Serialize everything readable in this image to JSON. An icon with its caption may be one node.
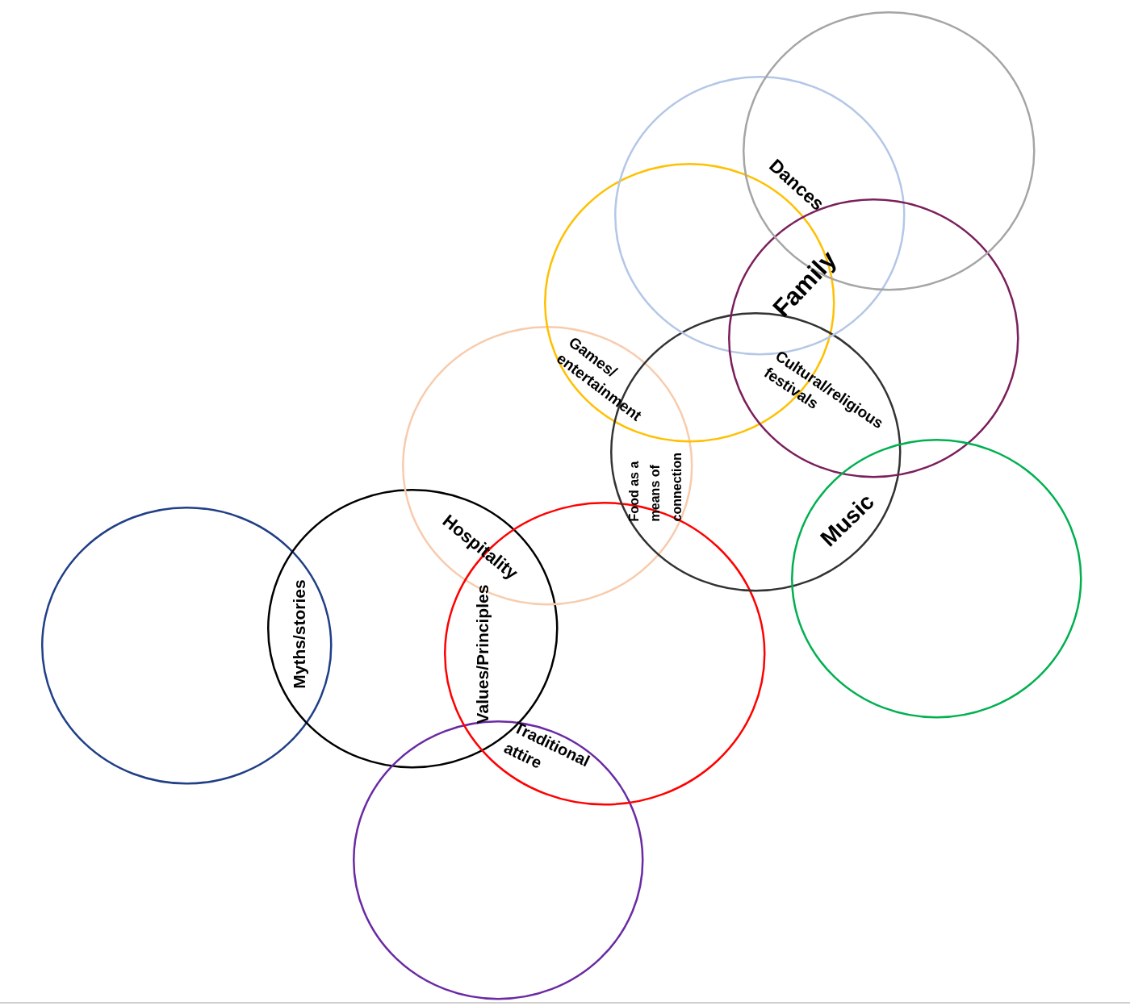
{
  "diagram": {
    "nodes": [
      {
        "text": [],
        "shape": "circle"
      },
      {
        "text": [],
        "shape": "circle"
      },
      {
        "text": [],
        "shape": "circle"
      },
      {
        "text": [],
        "shape": "circle"
      },
      {
        "text": [],
        "shape": "circle"
      },
      {
        "text": [],
        "shape": "circle"
      },
      {
        "text": [],
        "shape": "circle"
      },
      {
        "text": [],
        "shape": "circle"
      },
      {
        "text": [],
        "shape": "circle"
      },
      {
        "text": [],
        "shape": "circle"
      },
      {
        "text": [],
        "shape": "circle"
      }
    ],
    "labels": [
      "Dances",
      "Family",
      "Games/ entertainment",
      "Cultural/religious festivals",
      "Food as a means of connection",
      "Music",
      "Hospitality",
      "Myths/stories",
      "Values/Principles",
      "Traditional attire"
    ]
  }
}
